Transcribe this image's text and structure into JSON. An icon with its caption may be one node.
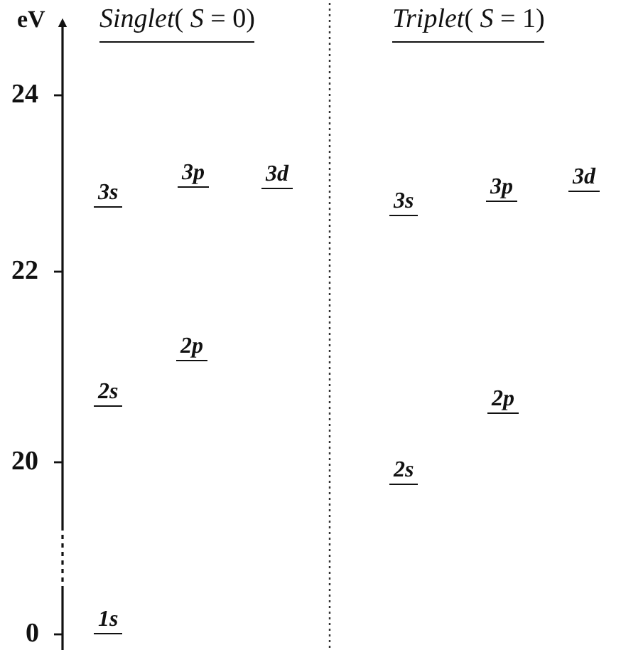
{
  "diagram": {
    "labels": [
      "eV",
      "*Singlet*( *S* = 0)",
      "*Triplet*( *S* = 1)",
      "24",
      "22",
      "20",
      "0",
      "3s",
      "3p",
      "3d",
      "2p",
      "2s",
      "1s",
      "3s",
      "3p",
      "3d",
      "2p",
      "2s"
    ]
  }
}
